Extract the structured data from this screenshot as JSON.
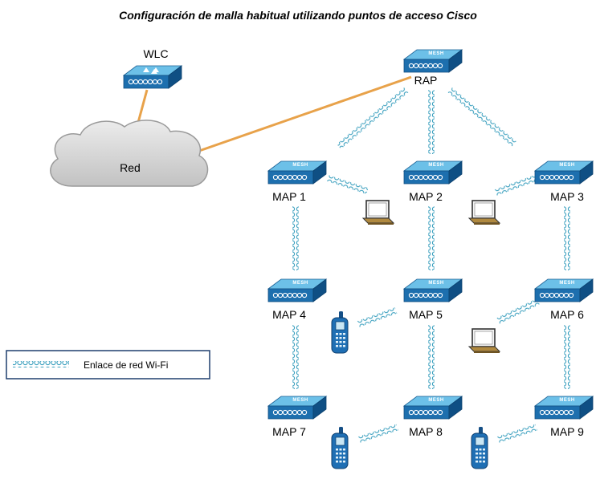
{
  "diagram": {
    "title": "Configuración de malla habitual utilizando puntos de acceso Cisco",
    "wlc_label": "WLC",
    "rap_label": "RAP",
    "cloud_label": "Red",
    "device_mesh_text": "MESH",
    "map_labels": [
      "MAP 1",
      "MAP 2",
      "MAP 3",
      "MAP 4",
      "MAP 5",
      "MAP 6",
      "MAP 7",
      "MAP 8",
      "MAP 9"
    ],
    "legend_text": "Enlace de red Wi-Fi"
  },
  "colors": {
    "device_top": "#5ab4e0",
    "device_front": "#1a6fae",
    "wired_link": "#e8a24a",
    "wifi_link": "#3a9fbe",
    "cloud": "#d6d6d6"
  }
}
